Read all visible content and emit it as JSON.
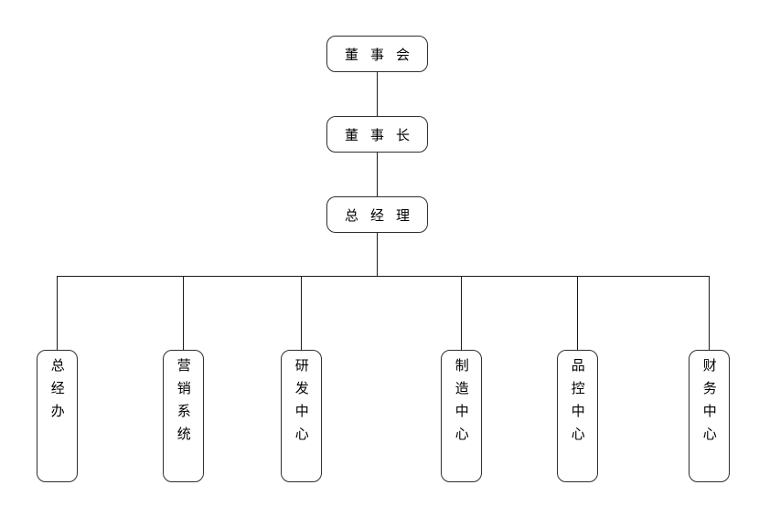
{
  "colors": {
    "background": "#ffffff",
    "box_border": "#2f2f2f",
    "connector": "#1a1a1a",
    "text": "#000000"
  },
  "org_chart": {
    "type": "organization-chart",
    "chain": [
      {
        "label": "董事会"
      },
      {
        "label": "董事长"
      },
      {
        "label": "总经理"
      }
    ],
    "departments": [
      {
        "label": "总经办"
      },
      {
        "label": "营销系统"
      },
      {
        "label": "研发中心"
      },
      {
        "label": "制造中心"
      },
      {
        "label": "品控中心"
      },
      {
        "label": "财务中心"
      }
    ]
  }
}
